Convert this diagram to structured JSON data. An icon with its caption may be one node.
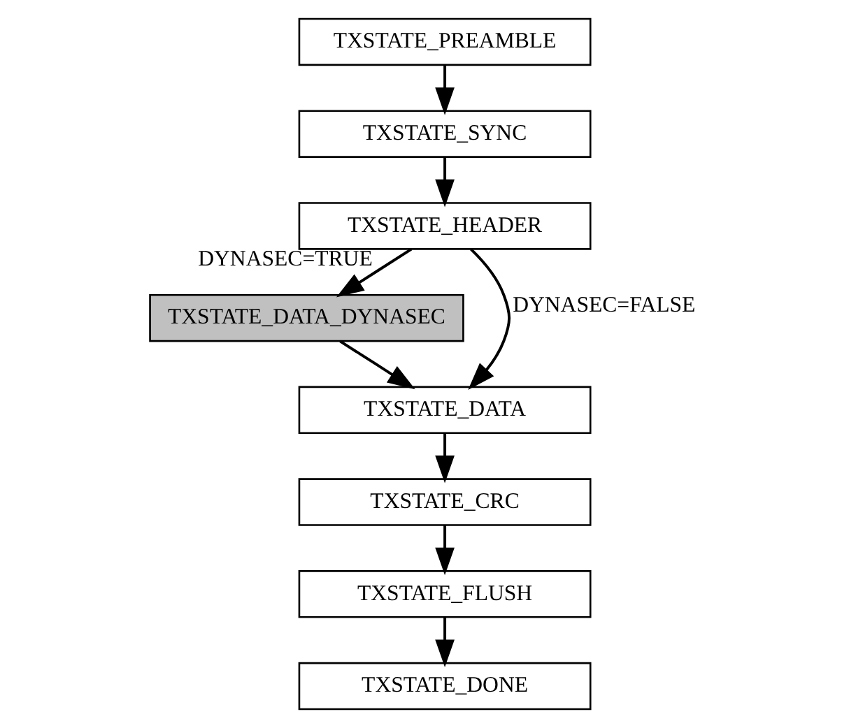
{
  "diagram": {
    "nodes": [
      {
        "text": [
          "TXSTATE_PREAMBLE"
        ]
      },
      {
        "text": [
          "TXSTATE_SYNC"
        ]
      },
      {
        "text": [
          "TXSTATE_HEADER"
        ]
      },
      {
        "text": [
          "TXSTATE_DATA_DYNASEC"
        ]
      },
      {
        "text": [
          "TXSTATE_DATA"
        ]
      },
      {
        "text": [
          "TXSTATE_CRC"
        ]
      },
      {
        "text": [
          "TXSTATE_FLUSH"
        ]
      },
      {
        "text": [
          "TXSTATE_DONE"
        ]
      }
    ],
    "edges": [
      {
        "from": 0,
        "to": 1,
        "arrow": "to"
      },
      {
        "from": 1,
        "to": 2,
        "arrow": "to"
      },
      {
        "from": 2,
        "to": 4,
        "arrow": "to",
        "label": "DYNASEC=FALSE"
      },
      {
        "from": 2,
        "to": 3,
        "arrow": "to",
        "label": "DYNASEC=TRUE"
      },
      {
        "from": 3,
        "to": 4,
        "arrow": "to"
      },
      {
        "from": 4,
        "to": 5,
        "arrow": "to"
      },
      {
        "from": 5,
        "to": 6,
        "arrow": "to"
      },
      {
        "from": 6,
        "to": 7,
        "arrow": "to"
      }
    ]
  }
}
